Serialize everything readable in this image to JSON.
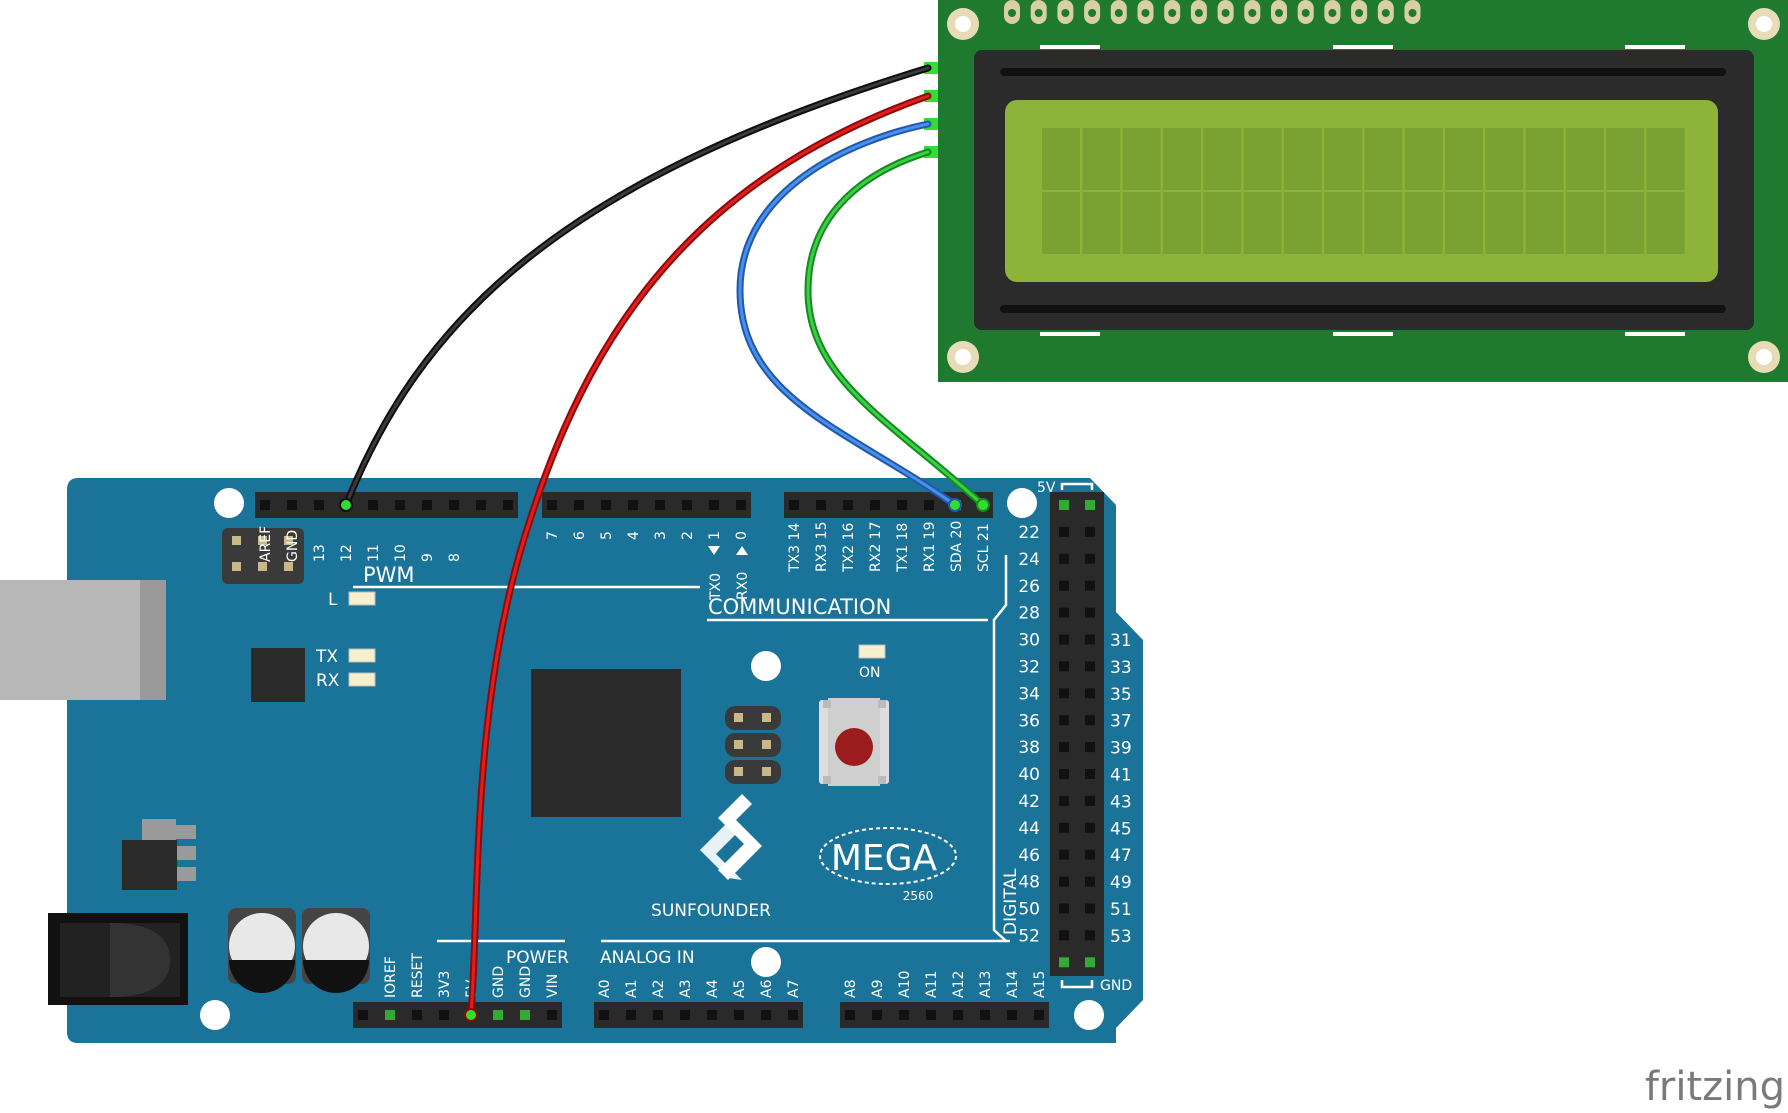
{
  "board": {
    "header_top_left": [
      "AREF",
      "GND",
      "13",
      "12",
      "11",
      "10",
      "9",
      "8"
    ],
    "header_top_mid": [
      "7",
      "6",
      "5",
      "4",
      "3",
      "2",
      "1",
      "0"
    ],
    "header_top_comm": [
      "TX3 14",
      "RX3 15",
      "TX2 16",
      "RX2 17",
      "TX1 18",
      "RX1 19",
      "SDA 20",
      "SCL 21"
    ],
    "section_pwm": "PWM",
    "section_communication": "COMMUNICATION",
    "tx0": "TX0",
    "rx0": "RX0",
    "led_l": "L",
    "led_tx": "TX",
    "led_rx": "RX",
    "led_on": "ON",
    "brand_name": "SUNFOUNDER",
    "model": "MEGA",
    "model_sub": "2560",
    "section_power": "POWER",
    "section_analog": "ANALOG IN",
    "power_pins": [
      "IOREF",
      "RESET",
      "3V3",
      "5V",
      "GND",
      "GND",
      "VIN"
    ],
    "analog_pins_a": [
      "A0",
      "A1",
      "A2",
      "A3",
      "A4",
      "A5",
      "A6",
      "A7"
    ],
    "analog_pins_b": [
      "A8",
      "A9",
      "A10",
      "A11",
      "A12",
      "A13",
      "A14",
      "A15"
    ],
    "digital_label": "DIGITAL",
    "digital_top": "5V",
    "digital_bottom": "GND",
    "digital_left": [
      "22",
      "24",
      "26",
      "28",
      "30",
      "32",
      "34",
      "36",
      "38",
      "40",
      "42",
      "44",
      "46",
      "48",
      "50",
      "52"
    ],
    "digital_right": [
      "31",
      "33",
      "35",
      "37",
      "39",
      "41",
      "43",
      "45",
      "47",
      "49",
      "51",
      "53"
    ]
  },
  "watermark": "fritzing",
  "colors": {
    "board": "#1a7398",
    "lcd_pcb": "#1f7a30",
    "lcd_screen": "#8db33a",
    "wire_gnd": "#1b1b1b",
    "wire_vcc": "#cc1111",
    "wire_sda": "#2f78d8",
    "wire_scl": "#22b12f"
  }
}
